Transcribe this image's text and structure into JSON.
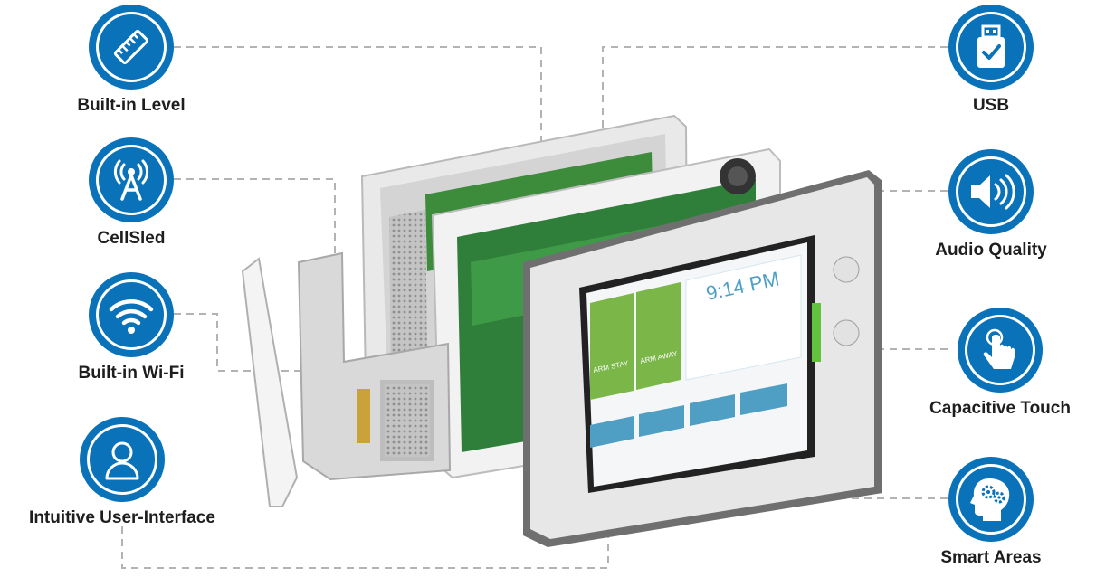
{
  "features_left": [
    {
      "id": "level",
      "label": "Built-in Level",
      "icon": "ruler-icon"
    },
    {
      "id": "cellsled",
      "label": "CellSled",
      "icon": "cell-tower-icon"
    },
    {
      "id": "wifi",
      "label": "Built-in Wi-Fi",
      "icon": "wifi-icon"
    },
    {
      "id": "ui",
      "label": "Intuitive User-Interface",
      "icon": "user-icon"
    }
  ],
  "features_right": [
    {
      "id": "usb",
      "label": "USB",
      "icon": "usb-drive-icon"
    },
    {
      "id": "audio",
      "label": "Audio Quality",
      "icon": "speaker-icon"
    },
    {
      "id": "touch",
      "label": "Capacitive Touch",
      "icon": "touch-hand-icon"
    },
    {
      "id": "smart",
      "label": "Smart Areas",
      "icon": "brain-gears-icon"
    }
  ],
  "panel_screen": {
    "time": "9:14 PM",
    "arm_stay": "ARM STAY",
    "arm_away": "ARM AWAY"
  },
  "colors": {
    "badge_blue": "#0a72b8",
    "label_text": "#1e1e1e",
    "connector": "#b3b3b3",
    "screen_green": "#7ab648",
    "screen_blue": "#4f9fc4"
  }
}
